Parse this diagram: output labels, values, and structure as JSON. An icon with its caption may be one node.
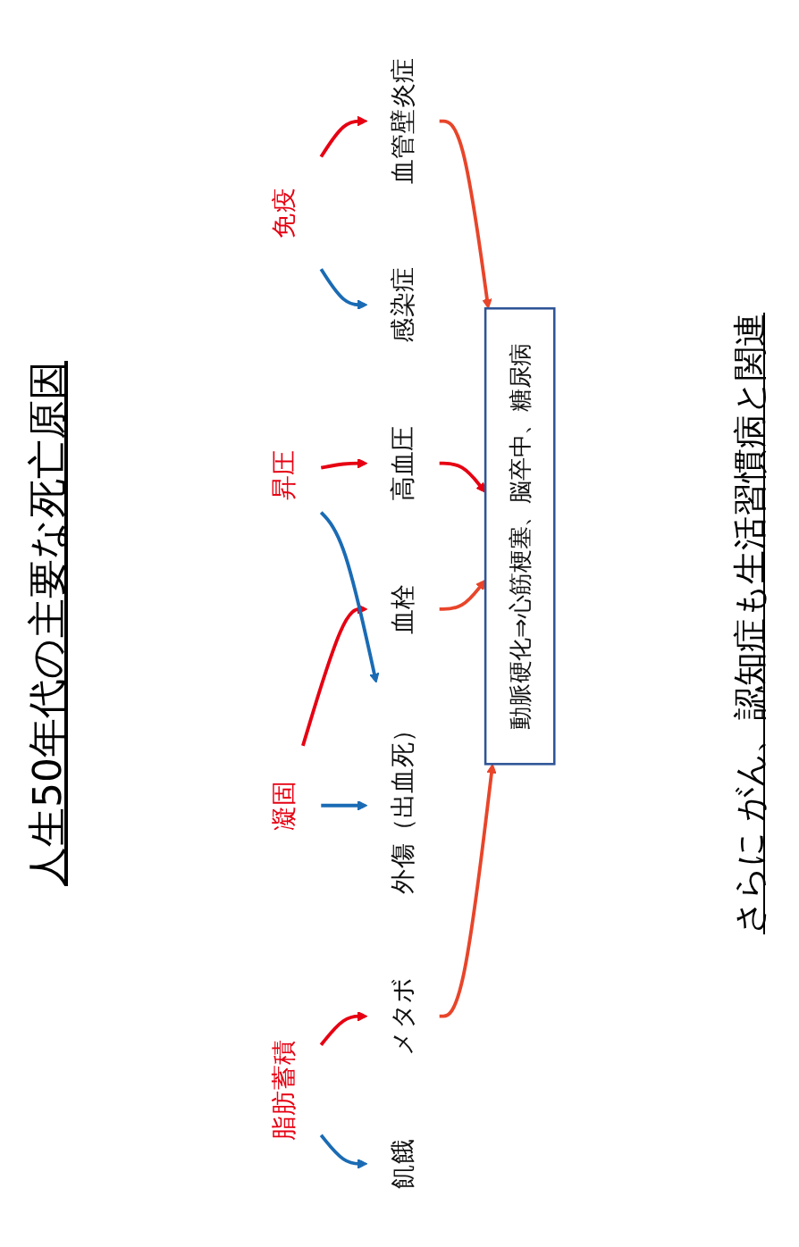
{
  "diagram": {
    "title": "人生50年代の主要な死亡原因",
    "caption": "さらに がん、認知症も生活習慣病と関連",
    "nodes": [
      {
        "text": [
          "飢餓"
        ]
      },
      {
        "text": [
          "外傷（出血死）"
        ]
      },
      {
        "text": [
          "感染症"
        ]
      },
      {
        "text": [
          "脂肪蓄積"
        ]
      },
      {
        "text": [
          "凝固"
        ]
      },
      {
        "text": [
          "昇圧"
        ]
      },
      {
        "text": [
          "免疫"
        ]
      },
      {
        "text": [
          "メタボ"
        ]
      },
      {
        "text": [
          "血栓"
        ]
      },
      {
        "text": [
          "高血圧"
        ]
      },
      {
        "text": [
          "血管壁炎症"
        ]
      },
      {
        "text": [
          "動脈硬化⇒心筋梗塞、脳卒中、糖尿病"
        ]
      }
    ],
    "edges": [
      {
        "from": 3,
        "to": 0,
        "arrow": "to",
        "color": "#1a6bb4"
      },
      {
        "from": 3,
        "to": 7,
        "arrow": "to",
        "color": "#e60012"
      },
      {
        "from": 4,
        "to": 1,
        "arrow": "to",
        "color": "#1a6bb4"
      },
      {
        "from": 4,
        "to": 8,
        "arrow": "to",
        "color": "#e60012"
      },
      {
        "from": 5,
        "to": 1,
        "arrow": "to",
        "color": "#1a6bb4"
      },
      {
        "from": 5,
        "to": 9,
        "arrow": "to",
        "color": "#e60012"
      },
      {
        "from": 6,
        "to": 2,
        "arrow": "to",
        "color": "#1a6bb4"
      },
      {
        "from": 6,
        "to": 10,
        "arrow": "to",
        "color": "#e60012"
      },
      {
        "from": 7,
        "to": 11,
        "arrow": "to",
        "color": "#e8452a"
      },
      {
        "from": 8,
        "to": 11,
        "arrow": "to",
        "color": "#e8452a"
      },
      {
        "from": 9,
        "to": 11,
        "arrow": "to",
        "color": "#e60012"
      },
      {
        "from": 10,
        "to": 11,
        "arrow": "to",
        "color": "#e8452a"
      }
    ]
  }
}
